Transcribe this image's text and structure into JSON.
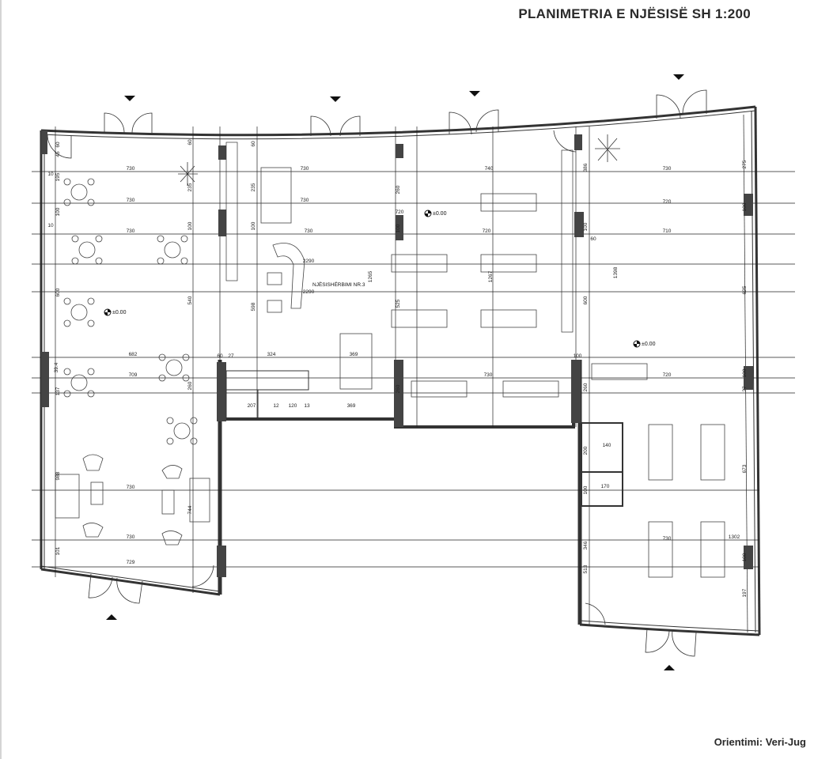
{
  "title": "PLANIMETRIA E NJËSISË SH 1:200",
  "orientation": "Orientimi: Veri-Jug",
  "room_label": "NJËSISHËRBIMI NR.3",
  "level_marks": [
    "±0.00",
    "±0.00",
    "±0.00"
  ],
  "horizontal_dims": [
    {
      "label": "730"
    },
    {
      "label": "730"
    },
    {
      "label": "740"
    },
    {
      "label": "730"
    },
    {
      "label": "730"
    },
    {
      "label": "730"
    },
    {
      "label": "720"
    },
    {
      "label": "720"
    },
    {
      "label": "730"
    },
    {
      "label": "730"
    },
    {
      "label": "720"
    },
    {
      "label": "710"
    },
    {
      "label": "2290"
    },
    {
      "label": "2290"
    },
    {
      "label": "682"
    },
    {
      "label": "324"
    },
    {
      "label": "369"
    },
    {
      "label": "709"
    },
    {
      "label": "730"
    },
    {
      "label": "720"
    },
    {
      "label": "207"
    },
    {
      "label": "12"
    },
    {
      "label": "120"
    },
    {
      "label": "13"
    },
    {
      "label": "369"
    },
    {
      "label": "140"
    },
    {
      "label": "170"
    },
    {
      "label": "730"
    },
    {
      "label": "730"
    },
    {
      "label": "730"
    },
    {
      "label": "1302"
    },
    {
      "label": "729"
    },
    {
      "label": "60"
    },
    {
      "label": "27"
    },
    {
      "label": "100"
    },
    {
      "label": "10"
    },
    {
      "label": "10"
    },
    {
      "label": "60"
    }
  ],
  "vertical_dims": [
    {
      "label": "60"
    },
    {
      "label": "45"
    },
    {
      "label": "195"
    },
    {
      "label": "100"
    },
    {
      "label": "600"
    },
    {
      "label": "39.4"
    },
    {
      "label": "137"
    },
    {
      "label": "988"
    },
    {
      "label": "101"
    },
    {
      "label": "60"
    },
    {
      "label": "235"
    },
    {
      "label": "100"
    },
    {
      "label": "540"
    },
    {
      "label": "260"
    },
    {
      "label": "744"
    },
    {
      "label": "60"
    },
    {
      "label": "235"
    },
    {
      "label": "100"
    },
    {
      "label": "598"
    },
    {
      "label": "260"
    },
    {
      "label": "100"
    },
    {
      "label": "525"
    },
    {
      "label": "260"
    },
    {
      "label": "1265"
    },
    {
      "label": "1267"
    },
    {
      "label": "386"
    },
    {
      "label": "100"
    },
    {
      "label": "600"
    },
    {
      "label": "260"
    },
    {
      "label": "200"
    },
    {
      "label": "100"
    },
    {
      "label": "346"
    },
    {
      "label": "513"
    },
    {
      "label": "1398"
    },
    {
      "label": "275"
    },
    {
      "label": "100"
    },
    {
      "label": "625"
    },
    {
      "label": "100"
    },
    {
      "label": "27"
    },
    {
      "label": "673"
    },
    {
      "label": "100"
    },
    {
      "label": "197"
    }
  ],
  "colors": {
    "ink": "#1a1a1a",
    "wall": "#333333",
    "glass": "#4a4a4a"
  }
}
